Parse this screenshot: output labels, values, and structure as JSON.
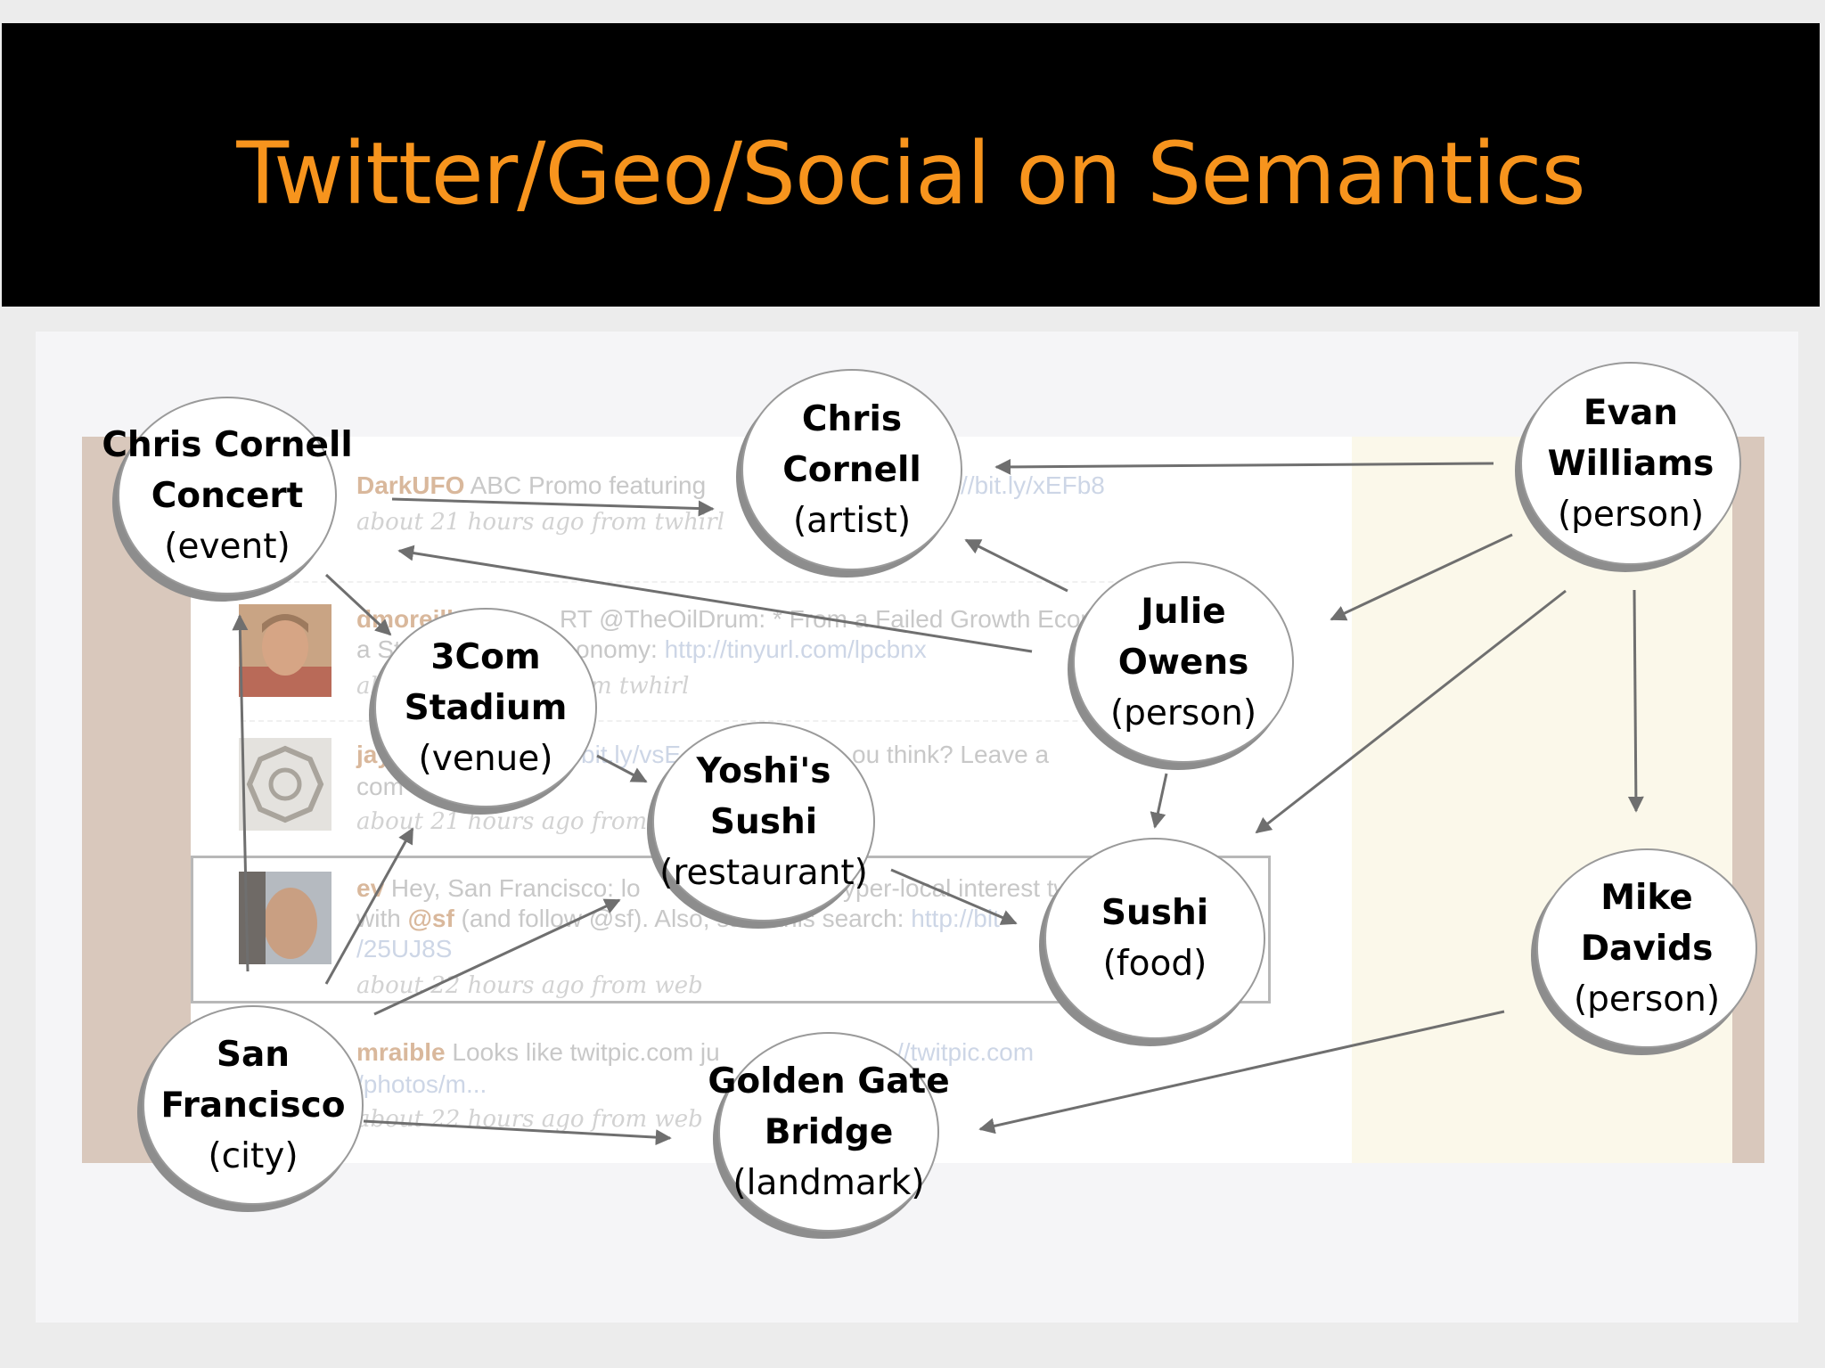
{
  "slide": {
    "title": "Twitter/Geo/Social on Semantics"
  },
  "tweets": [
    {
      "user": "DarkUFO",
      "text": " ABC Promo featuring ",
      "link": "//bit.ly/xEFb8",
      "meta": "about 21 hours ago from twhirl"
    },
    {
      "user": "dmoreill",
      "text": "RT @TheOilDrum: * From a Failed Growth Econo",
      "line2a": "a St",
      "line2b": "onomy: ",
      "link": "http://tinyurl.com/lpcbnx",
      "meta_a": "ab",
      "meta_b": "m twhirl"
    },
    {
      "user": "jay",
      "text": "bit.ly/vsE",
      "tail": "ou think? Leave a",
      "line2": "com",
      "meta": "about 21 hours ago from we"
    },
    {
      "user": "ev",
      "text": " Hey, San Francisco: lo",
      "tail": "yper-local interest tw",
      "line2a": "with ",
      "mention": "@sf",
      "line2b": " (and follow @sf). Also, save this search: ",
      "link": "http://bit",
      "line3": "/25UJ8S",
      "meta": "about 22 hours ago from web"
    },
    {
      "user": "mraible",
      "text": " Looks like twitpic.com ju",
      "link": "//twitpic.com",
      "line2": "/photos/m...",
      "meta": "about 22 hours ago from web"
    }
  ],
  "nodes": [
    {
      "id": "chris-cornell-concert",
      "name": "Chris Cornell Concert",
      "lines": [
        "Chris Cornell",
        "Concert"
      ],
      "type": "(event)"
    },
    {
      "id": "chris-cornell",
      "name": "Chris Cornell",
      "lines": [
        "Chris",
        "Cornell"
      ],
      "type": "(artist)"
    },
    {
      "id": "evan-williams",
      "name": "Evan Williams",
      "lines": [
        "Evan",
        "Williams"
      ],
      "type": "(person)"
    },
    {
      "id": "3com-stadium",
      "name": "3Com Stadium",
      "lines": [
        "3Com",
        "Stadium"
      ],
      "type": "(venue)"
    },
    {
      "id": "julie-owens",
      "name": "Julie Owens",
      "lines": [
        "Julie",
        "Owens"
      ],
      "type": "(person)"
    },
    {
      "id": "yoshis-sushi",
      "name": "Yoshi's Sushi",
      "lines": [
        "Yoshi's",
        "Sushi"
      ],
      "type": "(restaurant)"
    },
    {
      "id": "sushi",
      "name": "Sushi",
      "lines": [
        "Sushi"
      ],
      "type": "(food)"
    },
    {
      "id": "mike-davids",
      "name": "Mike Davids",
      "lines": [
        "Mike",
        "Davids"
      ],
      "type": "(person)"
    },
    {
      "id": "san-francisco",
      "name": "San Francisco",
      "lines": [
        "San",
        "Francisco"
      ],
      "type": "(city)"
    },
    {
      "id": "golden-gate-bridge",
      "name": "Golden Gate Bridge",
      "lines": [
        "Golden Gate",
        "Bridge"
      ],
      "type": "(landmark)"
    }
  ],
  "edges": [
    {
      "from": "chris-cornell-concert",
      "to": "chris-cornell"
    },
    {
      "from": "chris-cornell-concert",
      "to": "3com-stadium"
    },
    {
      "from": "evan-williams",
      "to": "chris-cornell"
    },
    {
      "from": "evan-williams",
      "to": "julie-owens"
    },
    {
      "from": "evan-williams",
      "to": "sushi"
    },
    {
      "from": "evan-williams",
      "to": "mike-davids"
    },
    {
      "from": "julie-owens",
      "to": "chris-cornell"
    },
    {
      "from": "julie-owens",
      "to": "chris-cornell-concert"
    },
    {
      "from": "julie-owens",
      "to": "sushi"
    },
    {
      "from": "3com-stadium",
      "to": "yoshis-sushi"
    },
    {
      "from": "yoshis-sushi",
      "to": "sushi"
    },
    {
      "from": "san-francisco",
      "to": "chris-cornell-concert"
    },
    {
      "from": "san-francisco",
      "to": "3com-stadium"
    },
    {
      "from": "san-francisco",
      "to": "yoshis-sushi"
    },
    {
      "from": "san-francisco",
      "to": "golden-gate-bridge"
    },
    {
      "from": "mike-davids",
      "to": "golden-gate-bridge"
    }
  ],
  "colors": {
    "title": "#f7941d",
    "title_bar": "#000000",
    "arrow": "#6f6f6f"
  }
}
